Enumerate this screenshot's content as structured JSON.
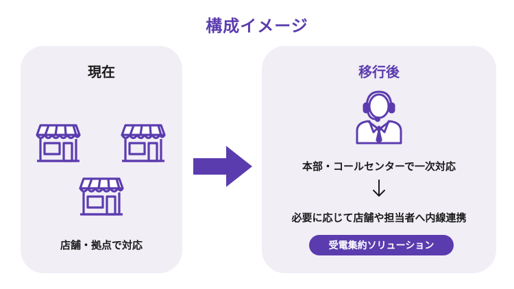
{
  "title": "構成イメージ",
  "current": {
    "heading": "現在",
    "caption": "店舗・拠点で対応",
    "icons": [
      "store-icon",
      "store-icon",
      "store-icon"
    ]
  },
  "after": {
    "heading": "移行後",
    "icon": "call-center-operator-icon",
    "step1": "本部・コールセンターで一次対応",
    "step2": "必要に応じて店舗や担当者へ内線連携",
    "badge": "受電集約ソリューション"
  },
  "colors": {
    "accent": "#5b3cae",
    "panel_bg": "#f1eef6",
    "text": "#1a1a1a"
  }
}
